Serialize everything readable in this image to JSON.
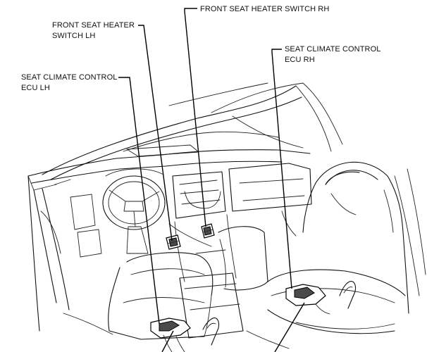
{
  "labels": {
    "front_seat_heater_switch_rh": "FRONT SEAT HEATER SWITCH RH",
    "front_seat_heater_switch_lh_line1": "FRONT SEAT HEATER",
    "front_seat_heater_switch_lh_line2": "SWITCH LH",
    "seat_climate_control_ecu_rh_line1": "SEAT CLIMATE CONTROL",
    "seat_climate_control_ecu_rh_line2": "ECU RH",
    "seat_climate_control_ecu_lh_line1": "SEAT CLIMATE CONTROL",
    "seat_climate_control_ecu_lh_line2": "ECU LH"
  }
}
